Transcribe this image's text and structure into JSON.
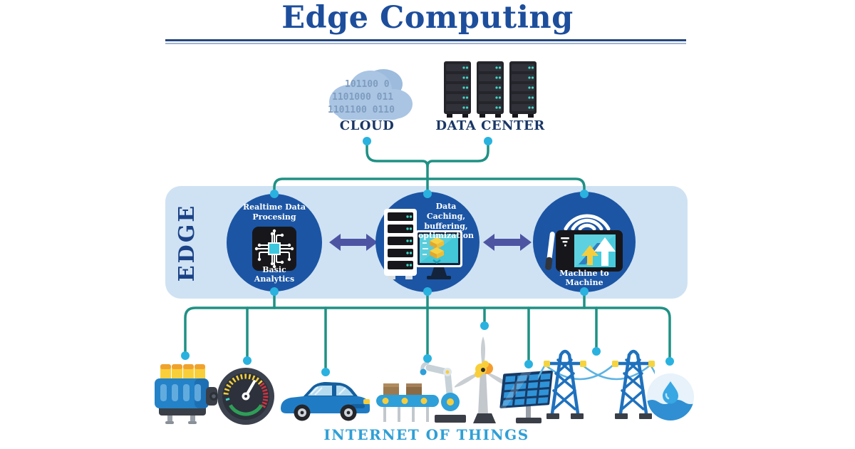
{
  "title": "Edge Computing",
  "cloud": {
    "label": "CLOUD",
    "binary_lines": [
      "101100 0",
      "1101000 011",
      "1101100 0110"
    ]
  },
  "data_center": {
    "label": "DATA CENTER"
  },
  "edge": {
    "label": "EDGE",
    "node1": {
      "top": "Realtime Data Procesing",
      "bottom": "Basic Analytics",
      "icon": "chip-circuit-icon"
    },
    "node2": {
      "label": "Data Caching, buffering, optimization",
      "icon": "server-monitor-icon"
    },
    "node3": {
      "label": "Machine to Machine",
      "icon": "wireless-tablet-icon"
    }
  },
  "iot": {
    "label": "INTERNET OF THINGS",
    "devices": [
      "industrial-engine",
      "speedometer-gauge",
      "car",
      "conveyor-robot-arm",
      "wind-turbine",
      "solar-panel",
      "power-transmission-towers",
      "water-sensor"
    ]
  },
  "colors": {
    "title_navy": "#1d4e9c",
    "label_navy": "#1a3666",
    "edge_text": "#1b4287",
    "band_blue": "#cfe2f3",
    "node_blue": "#1c55a4",
    "connector_teal": "#1f9184",
    "dot_cyan": "#29b2df",
    "arrow_purple": "#4d55a3",
    "iot_blue": "#2f9fd6",
    "accent_yellow": "#f6cd3d",
    "screen_teal": "#45c9da"
  }
}
